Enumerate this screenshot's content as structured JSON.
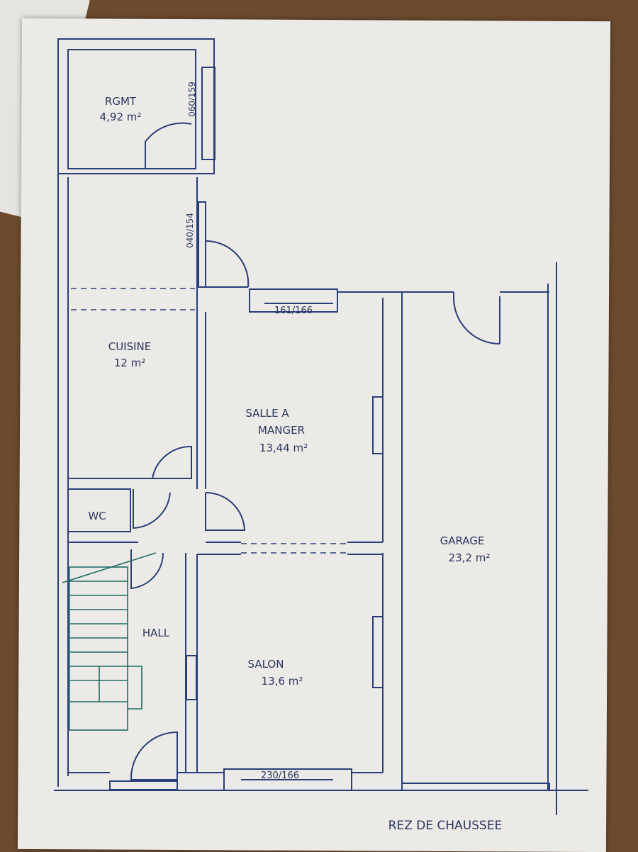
{
  "plan_title": "REZ DE CHAUSSEE",
  "rooms": [
    {
      "name": "RGMT",
      "area": "4,92 m²"
    },
    {
      "name": "CUISINE",
      "area": "12 m²"
    },
    {
      "name": "SALLE A",
      "name2": "MANGER",
      "area": "13,44 m²"
    },
    {
      "name": "WC"
    },
    {
      "name": "HALL"
    },
    {
      "name": "SALON",
      "area": "13,6 m²"
    },
    {
      "name": "GARAGE",
      "area": "23,2 m²"
    }
  ],
  "windows": [
    "060/159",
    "040/154",
    "161/166",
    "230/166"
  ],
  "colors": {
    "ink": "#2a3f7a",
    "stair": "#1f6b66",
    "paper": "#eceae6"
  }
}
